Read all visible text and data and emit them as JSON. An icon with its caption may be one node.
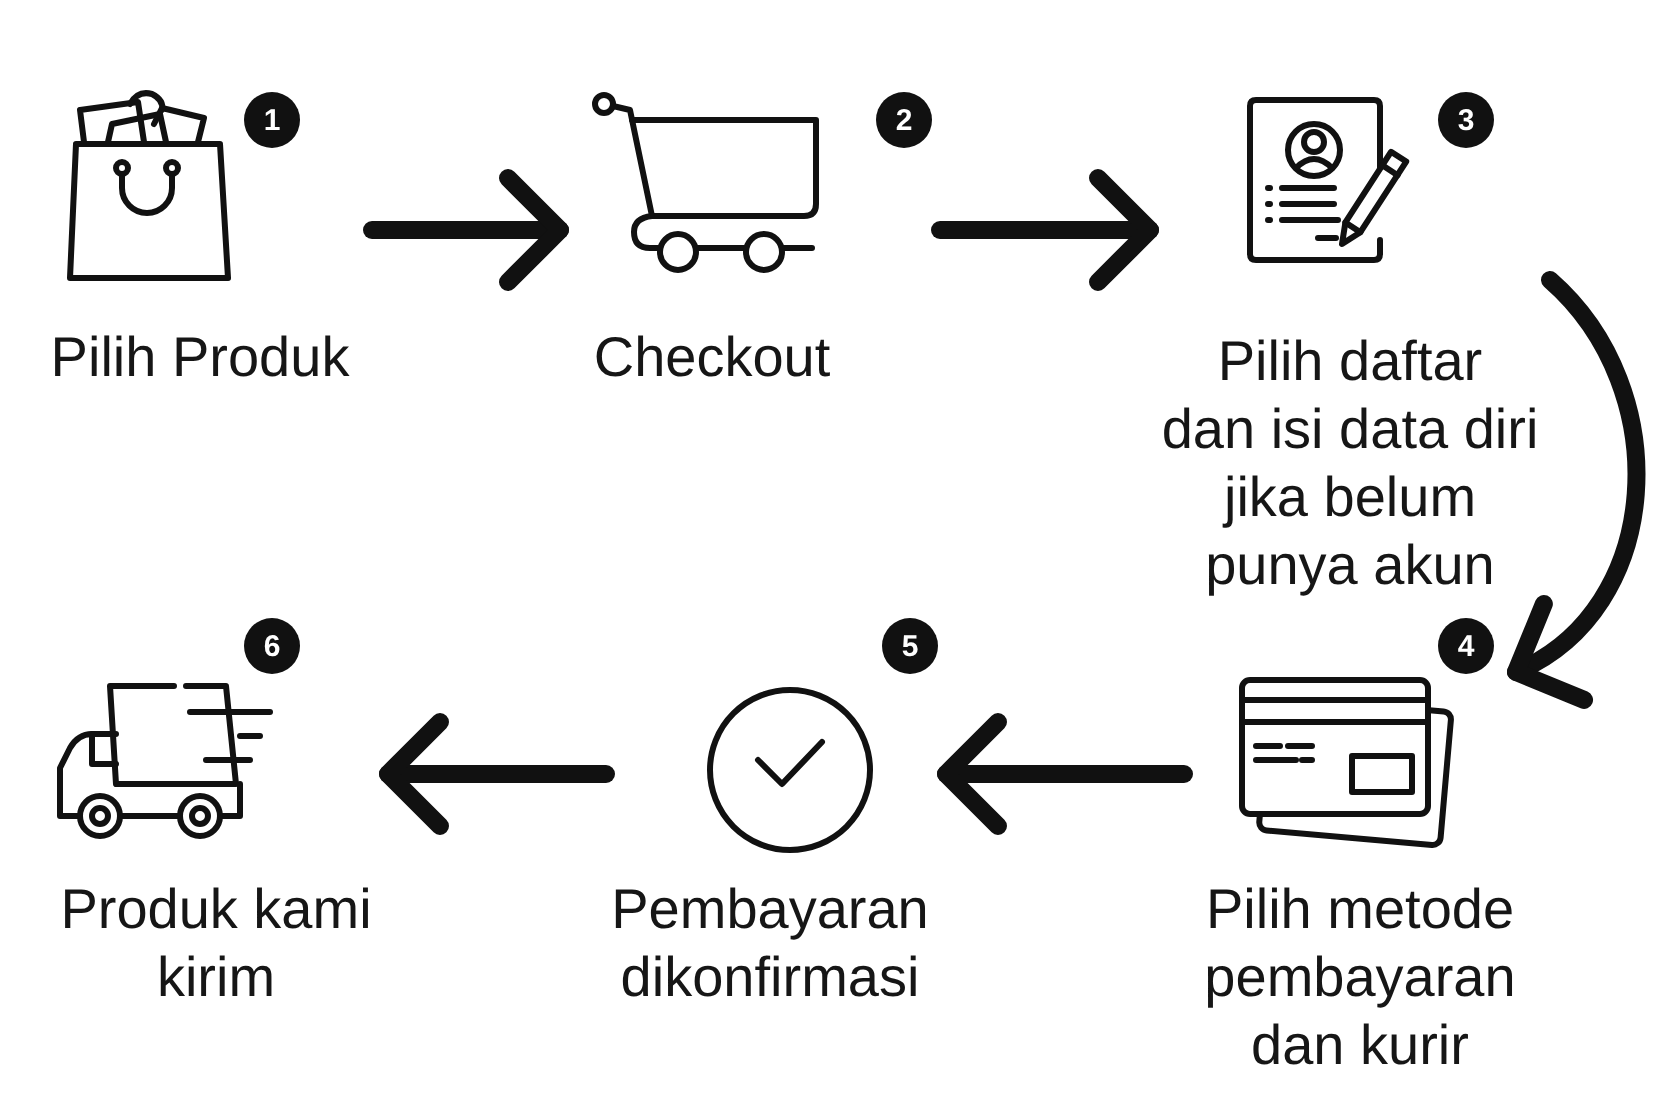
{
  "diagram": {
    "nodes": [
      {
        "text": [
          "1",
          "Pilih Produk"
        ]
      },
      {
        "text": [
          "2",
          "Checkout"
        ]
      },
      {
        "text": [
          "3",
          "Pilih daftar dan isi data diri jika belum punya akun"
        ]
      },
      {
        "text": [
          "4",
          "Pilih metode pembayaran dan kurir"
        ]
      },
      {
        "text": [
          "5",
          "Pembayaran dikonfirmasi"
        ]
      },
      {
        "text": [
          "6",
          "Produk kami kirim"
        ]
      }
    ],
    "edges": [
      {
        "from": 0,
        "to": 1,
        "arrow": "to"
      },
      {
        "from": 1,
        "to": 2,
        "arrow": "to"
      },
      {
        "from": 2,
        "to": 3,
        "arrow": "to"
      },
      {
        "from": 3,
        "to": 4,
        "arrow": "to"
      },
      {
        "from": 4,
        "to": 5,
        "arrow": "to"
      }
    ]
  }
}
